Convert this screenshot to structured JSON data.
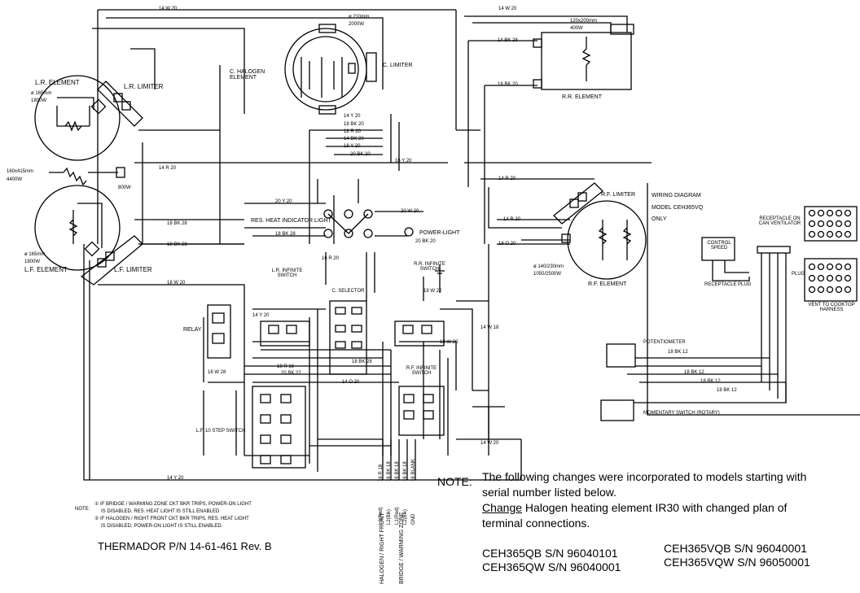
{
  "components": {
    "lr_element_title": "L.R. ELEMENT",
    "lr_element_dia": "ø 165mm",
    "lr_element_watts": "1800W",
    "lr_limiter": "L.R. LIMITER",
    "lf_element_dia": "ø 165mm",
    "lf_element_watts": "1800W",
    "lf_element_title": "L.F. ELEMENT",
    "lf_limiter": "L.F. LIMITER",
    "bridge_size": "160x415mm",
    "bridge_watts": "4400W",
    "c_halogen_dia": "ø 210mm",
    "c_halogen_watts": "2000W",
    "c_halogen_title": "C. HALOGEN ELEMENT",
    "c_limiter": "C. LIMITER",
    "rr_size": "120x200mm",
    "rr_watts": "400W",
    "rr_element": "R.R. ELEMENT",
    "rf_limiter": "R.F. LIMITER",
    "rf_element_dia": "ø 140/230mm",
    "rf_element_watts": "1050/2500W",
    "rf_element_title": "R.F. ELEMENT",
    "res_heat_light": "RES. HEAT INDICATOR LIGHT",
    "power_light": "POWER-LIGHT",
    "lr_switch": "L.R. INFINITE SWITCH",
    "rr_switch": "R.R. INFINITE SWITCH",
    "c_selector": "C. SELECTOR",
    "relay": "RELAY",
    "rf_switch": "R.F. INFINITE SWITCH",
    "lf_switch": "L.F. 10 STEP SWITCH",
    "w800": "800W"
  },
  "wire_labels": [
    "14 W 20",
    "14 Y 20",
    "18 BK 20",
    "18 R 20",
    "14 BK 20",
    "18 Y 20",
    "20 BK 20",
    "20 Y 20",
    "18 W 20",
    "14 R 20",
    "14 BK 28",
    "18 BK 28",
    "20 W 20",
    "16 Y 20",
    "14 O 20",
    "18 O 20",
    "16 R 20",
    "14 W 18",
    "18 W 22",
    "16 W 28",
    "18 R 16",
    "20 BK 22",
    "18 W 20",
    "14 W 20"
  ],
  "wiring_inset": {
    "title_line1": "WIRING DIAGRAM",
    "title_line2": "MODEL CEH365VQ",
    "title_line3": "ONLY",
    "control_speed": "CONTROL SPEED",
    "receptacle_vent": "RECEPTACLE ON CAN VENTILATOR",
    "plug": "PLUG",
    "vent_harness": "VENT TO COOKTOP HARNESS",
    "receptacle": "RECEPTACLE",
    "plug2": "PLUG",
    "potentiometer": "POTENTIOMETER",
    "momentary_switch": "MOMENTARY SWITCH (ROTARY)",
    "wire1": "18 BK 12",
    "wire2": "18 BK 12",
    "wire3": "18 BK 12",
    "wire4": "18 BK 12"
  },
  "harness_labels": [
    "16 R 18",
    "16 BK 18",
    "16 BK 18",
    "16 BK 18",
    "16 BLANK"
  ],
  "harness_pins": [
    "L1(Red)",
    "L2(Blk)",
    "L1(Red)",
    "L2(Blk)",
    "GND"
  ],
  "harness_groups": [
    "HALOGEN / RIGHT FRONT",
    "BRIDGE / WARMING ZONE"
  ],
  "notes": {
    "footnote_prefix": "NOTE:",
    "footnote1_line1": "① IF BRIDGE / WARMING ZONE CKT BKR TRIPS, POWER-ON LIGHT",
    "footnote1_line2": "IS DISABLED, RES. HEAT LIGHT IS STILL ENABLED",
    "footnote2_line1": "② IF HALOGEN / RIGHT FRONT CKT BKR TRIPS, RES. HEAT LIGHT",
    "footnote2_line2": "IS DISABLED, POWER-ON LIGHT IS STILL ENABLED.",
    "part_number": "THERMADOR P/N 14-61-461 Rev. B",
    "main_label": "NOTE:",
    "main_line1": "The following changes were incorporated to models starting with",
    "main_line2": "serial number listed below.",
    "main_line3_underlined": "Change",
    "main_line3_rest": " Halogen heating element IR30 with changed plan of",
    "main_line4": "terminal connections.",
    "serial1": "CEH365QB S/N 96040101",
    "serial2": "CEH365QW S/N 96040001",
    "serial3": "CEH365VQB S/N 96040001",
    "serial4": "CEH365VQW S/N 96050001"
  }
}
